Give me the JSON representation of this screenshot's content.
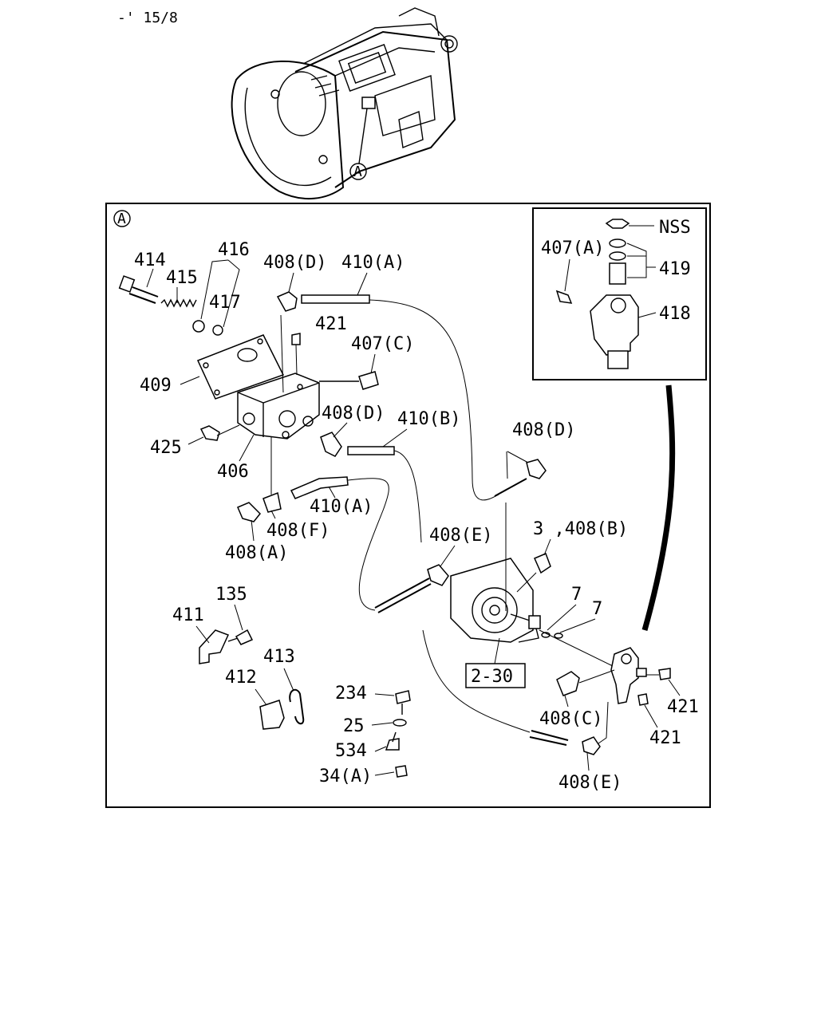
{
  "header": {
    "ref": "-' 15/8"
  },
  "callout": "A",
  "inset": {
    "nss": "NSS",
    "l407a": "407(A)",
    "l419": "419",
    "l418": "418"
  },
  "labels": {
    "l414": "414",
    "l416": "416",
    "l415": "415",
    "l417": "417",
    "l408d_top": "408(D)",
    "l410a_top": "410(A)",
    "l421_top": "421",
    "l407c": "407(C)",
    "l409": "409",
    "l408d_mid": "408(D)",
    "l410b": "410(B)",
    "l408d_right": "408(D)",
    "l425": "425",
    "l406": "406",
    "l410a_mid": "410(A)",
    "l408f": "408(F)",
    "l408a": "408(A)",
    "l408e_top": "408(E)",
    "l3_408b": "3 ,408(B)",
    "l7a": "7",
    "l7b": "7",
    "l135": "135",
    "l411": "411",
    "l413": "413",
    "l412": "412",
    "l2_30": "2-30",
    "l234": "234",
    "l25": "25",
    "l534": "534",
    "l34a": "34(A)",
    "l408c": "408(C)",
    "l421_r1": "421",
    "l421_r2": "421",
    "l408e_bot": "408(E)"
  }
}
